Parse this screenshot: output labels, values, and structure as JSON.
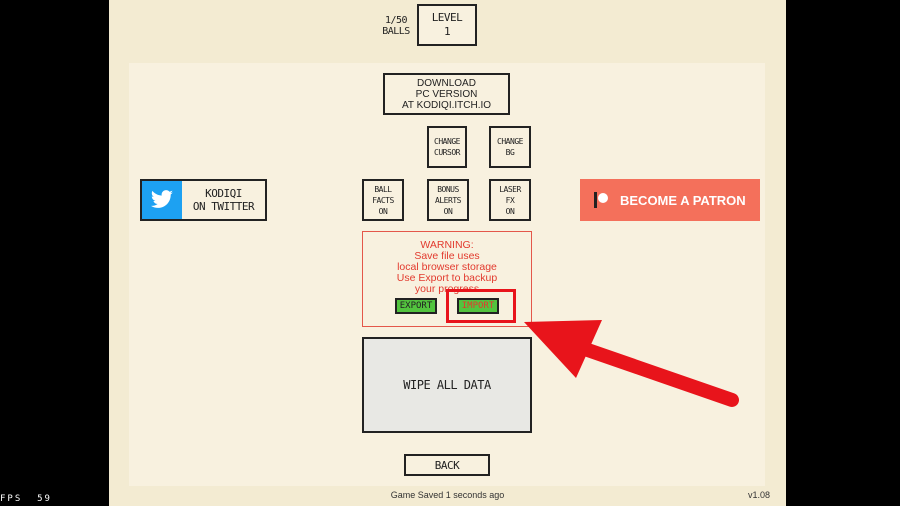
{
  "header": {
    "ball_count": "1/50",
    "ball_label": "BALLS",
    "level_label": "LEVEL",
    "level_value": "1"
  },
  "download": {
    "line1": "DOWNLOAD",
    "line2": "PC VERSION",
    "line3": "AT KODIQI.ITCH.IO"
  },
  "settings": {
    "change_cursor": [
      "CHANGE",
      "CURSOR"
    ],
    "change_bg": [
      "CHANGE",
      "BG"
    ],
    "ball_facts": [
      "BALL",
      "FACTS",
      "ON"
    ],
    "bonus_alerts": [
      "BONUS",
      "ALERTS",
      "ON"
    ],
    "laser_fx": [
      "LASER",
      "FX",
      "ON"
    ]
  },
  "twitter": {
    "line1": "KODIQI",
    "line2": "ON TWITTER",
    "icon": "twitter-bird-icon",
    "color": "#1da1f2"
  },
  "patreon": {
    "label": "BECOME A PATRON",
    "icon": "patreon-icon",
    "color": "#f4705b"
  },
  "warning": {
    "text": "WARNING:\nSave file uses\nlocal browser storage\nUse Export to backup\nyour progress",
    "export_label": "EXPORT",
    "import_label": "IMPORT"
  },
  "wipe": {
    "label": "WIPE ALL DATA"
  },
  "back": {
    "label": "BACK"
  },
  "status": {
    "saved": "Game Saved 1 seconds ago",
    "version": "v1.08"
  },
  "fps": {
    "label": "FPS",
    "value": "59"
  },
  "annotation": {
    "highlight_color": "#e8141b"
  }
}
